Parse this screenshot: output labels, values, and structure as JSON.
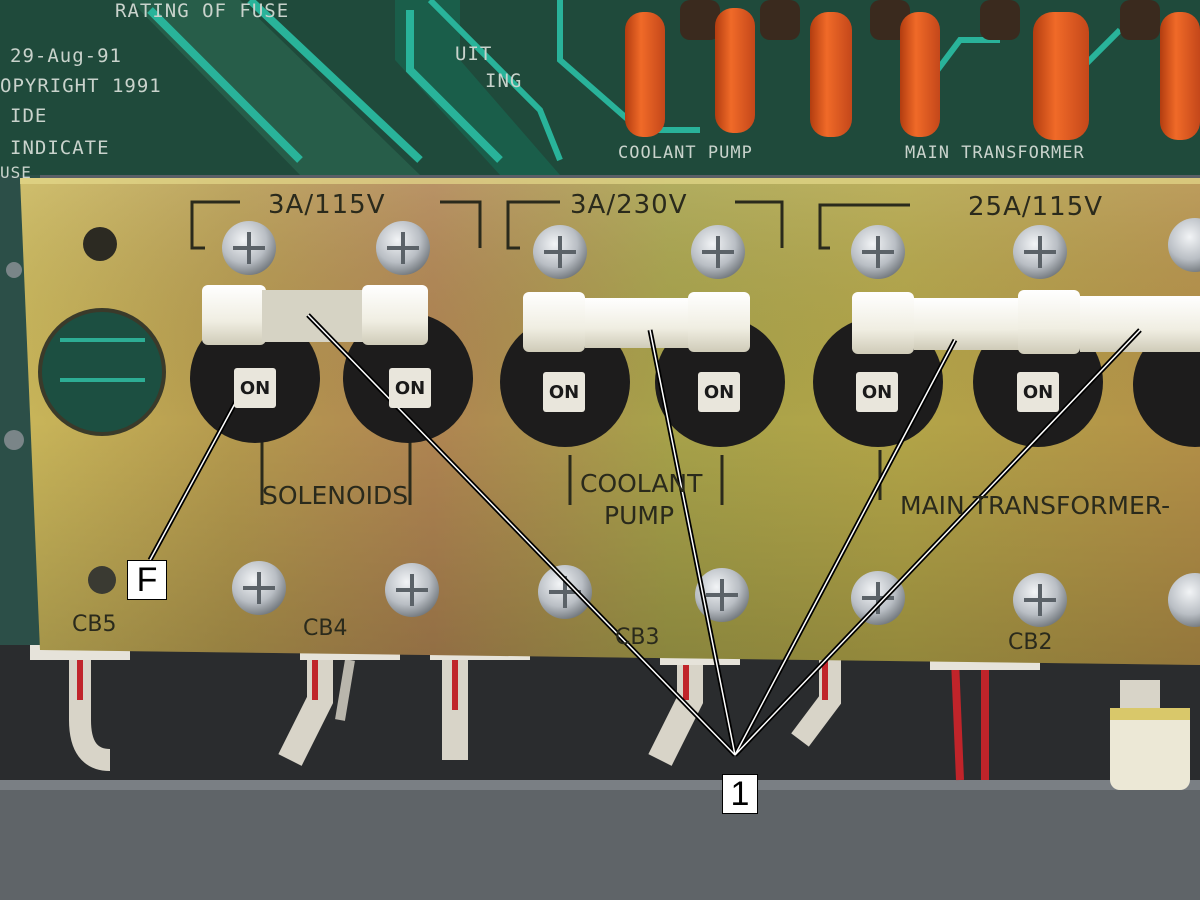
{
  "pcb_text": {
    "rating_of_fuse": "RATING OF FUSE",
    "date": "29-Aug-91",
    "copyright": "OPYRIGHT 1991",
    "ide": "IDE",
    "indicate": "INDICATE",
    "use": "USE",
    "unit": "UIT",
    "ing": "ING",
    "coolant_pump": "COOLANT PUMP",
    "main_transformer": "MAIN TRANSFORMER"
  },
  "plate": {
    "ratings": [
      "3A/115V",
      "3A/230V",
      "25A/115V"
    ],
    "groups": {
      "solenoids": "SOLENOIDS",
      "coolant": "COOLANT",
      "pump": "PUMP",
      "main_transformer": "MAIN TRANSFORMER-"
    },
    "breakers": [
      "CB5",
      "CB4",
      "CB3",
      "CB2"
    ],
    "switch_label": "ON"
  },
  "callouts": {
    "f": "F",
    "one": "1"
  },
  "colors": {
    "pcb_green": "#1f4a3b",
    "plate_brass": "#b2a34a",
    "fuse_white": "#f3f1e6",
    "capacitor_orange": "#e45a1e"
  }
}
